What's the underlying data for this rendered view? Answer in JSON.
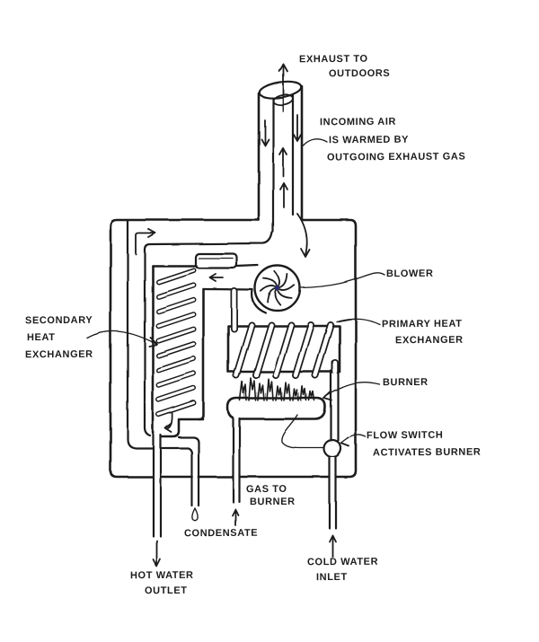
{
  "colors": {
    "ink": "#1c1c1c",
    "paper": "#ffffff",
    "hub_dot": "#2b2b6e"
  },
  "labels": {
    "exhaust": {
      "line1": "EXHAUST TO",
      "line2": "OUTDOORS"
    },
    "incoming": {
      "line1": "INCOMING AIR",
      "line2": "IS WARMED BY",
      "line3": "OUTGOING EXHAUST GAS"
    },
    "blower": {
      "text": "BLOWER"
    },
    "secondary": {
      "line1": "SECONDARY",
      "line2": "HEAT",
      "line3": "EXCHANGER"
    },
    "primary": {
      "line1": "PRIMARY HEAT",
      "line2": "EXCHANGER"
    },
    "burner": {
      "text": "BURNER"
    },
    "flow_switch": {
      "line1": "FLOW SWITCH",
      "line2": "ACTIVATES BURNER"
    },
    "gas": {
      "line1": "GAS TO",
      "line2": "BURNER"
    },
    "condensate": {
      "text": "CONDENSATE"
    },
    "hot_water": {
      "line1": "HOT WATER",
      "line2": "OUTLET"
    },
    "cold_water": {
      "line1": "COLD WATER",
      "line2": "INLET"
    }
  }
}
